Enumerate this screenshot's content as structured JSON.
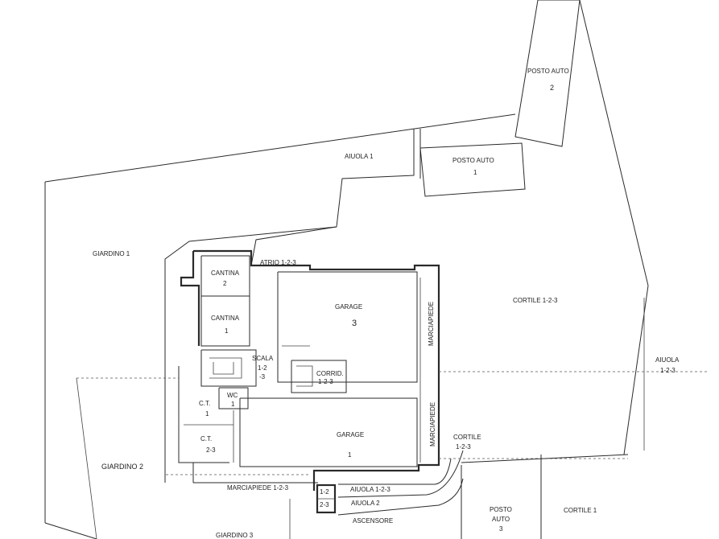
{
  "labels": {
    "posto_auto_2": "POSTO AUTO",
    "posto_auto_2_num": "2",
    "posto_auto_1": "POSTO AUTO",
    "posto_auto_1_num": "1",
    "aiuola_1": "AIUOLA 1",
    "giardino_1": "GIARDINO 1",
    "cantina_2": "CANTINA",
    "cantina_2_num": "2",
    "cantina_1": "CANTINA",
    "cantina_1_num": "1",
    "atrio": "ATRIO 1-2-3",
    "garage_3": "GARAGE",
    "garage_3_num": "3",
    "cortile_123": "CORTILE 1-2-3",
    "marciapiede_right_top": "MARCIAPIEDE",
    "marciapiede_right_bottom": "MARCIAPIEDE",
    "aiuola_123_right": "AIUOLA",
    "aiuola_123_right_num": "1-2-3",
    "scala": "SCALA",
    "scala_num_a": "1-2",
    "scala_num_b": "-3",
    "corrid": "CORRID.",
    "corrid_num": "1-2-3",
    "wc": "WC",
    "wc_num": "1",
    "ct_1": "C.T.",
    "ct_1_num": "1",
    "ct_23": "C.T.",
    "ct_23_num": "2-3",
    "garage_1": "GARAGE",
    "garage_1_num": "1",
    "cortile_small": "CORTILE",
    "cortile_small_num": "1-2-3",
    "giardino_2": "GIARDINO 2",
    "marciapiede_bottom": "MARCIAPIEDE 1-2-3",
    "aiuola_123_bottom": "AIUOLA 1-2-3",
    "aiuola_2": "AIUOLA 2",
    "lift_a": "1-2",
    "lift_b": "2-3",
    "ascensore": "ASCENSORE",
    "posto_auto_3": "POSTO",
    "posto_auto_3_b": "AUTO",
    "posto_auto_3_num": "3",
    "cortile_1": "CORTILE 1",
    "giardino_3": "GIARDINO 3"
  }
}
